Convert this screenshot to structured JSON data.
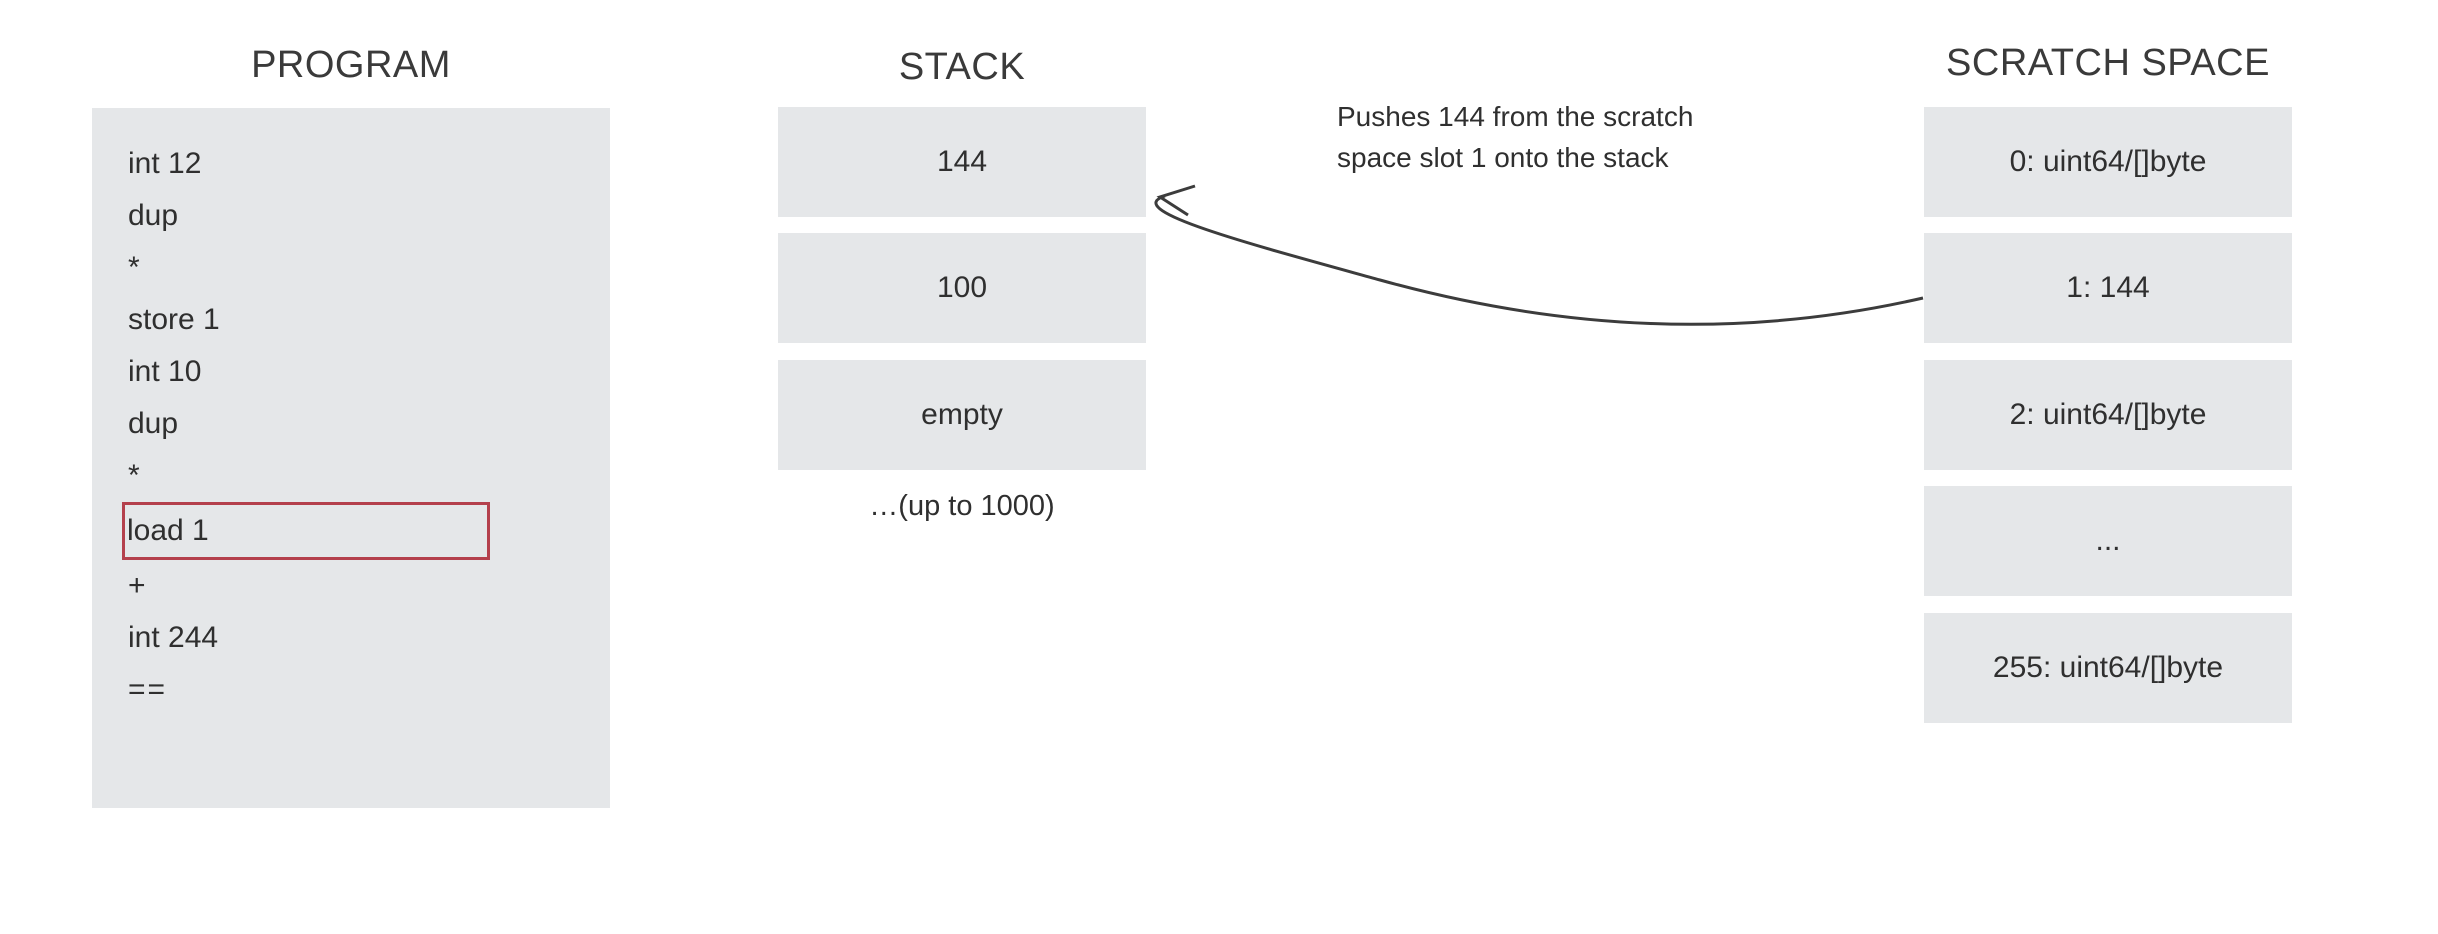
{
  "program": {
    "title": "PROGRAM",
    "lines": [
      {
        "text": "int 12",
        "highlighted": false,
        "symbol": false
      },
      {
        "text": "dup",
        "highlighted": false,
        "symbol": false
      },
      {
        "text": "*",
        "highlighted": false,
        "symbol": true
      },
      {
        "text": "store 1",
        "highlighted": false,
        "symbol": false
      },
      {
        "text": "int 10",
        "highlighted": false,
        "symbol": false
      },
      {
        "text": "dup",
        "highlighted": false,
        "symbol": false
      },
      {
        "text": "*",
        "highlighted": false,
        "symbol": true
      },
      {
        "text": "load 1",
        "highlighted": true,
        "symbol": false
      },
      {
        "text": "+",
        "highlighted": false,
        "symbol": true
      },
      {
        "text": "int 244",
        "highlighted": false,
        "symbol": false
      },
      {
        "text": "==",
        "highlighted": false,
        "symbol": true
      }
    ]
  },
  "stack": {
    "title": "STACK",
    "slots": [
      {
        "label": "144"
      },
      {
        "label": "100"
      },
      {
        "label": "empty"
      }
    ],
    "note": "…(up to 1000)"
  },
  "scratch_space": {
    "title": "SCRATCH SPACE",
    "slots": [
      {
        "label": "0: uint64/[]byte"
      },
      {
        "label": "1: 144"
      },
      {
        "label": "2: uint64/[]byte"
      },
      {
        "label": "..."
      },
      {
        "label": "255: uint64/[]byte"
      }
    ]
  },
  "annotation": {
    "line1": "Pushes 144 from the scratch",
    "line2": "space slot 1 onto the stack"
  },
  "colors": {
    "box_fill": "#e5e7e9",
    "highlight_border": "#b4404c",
    "text": "#2f2f2f",
    "arrow": "#3c3c3c",
    "background": "#ffffff"
  }
}
